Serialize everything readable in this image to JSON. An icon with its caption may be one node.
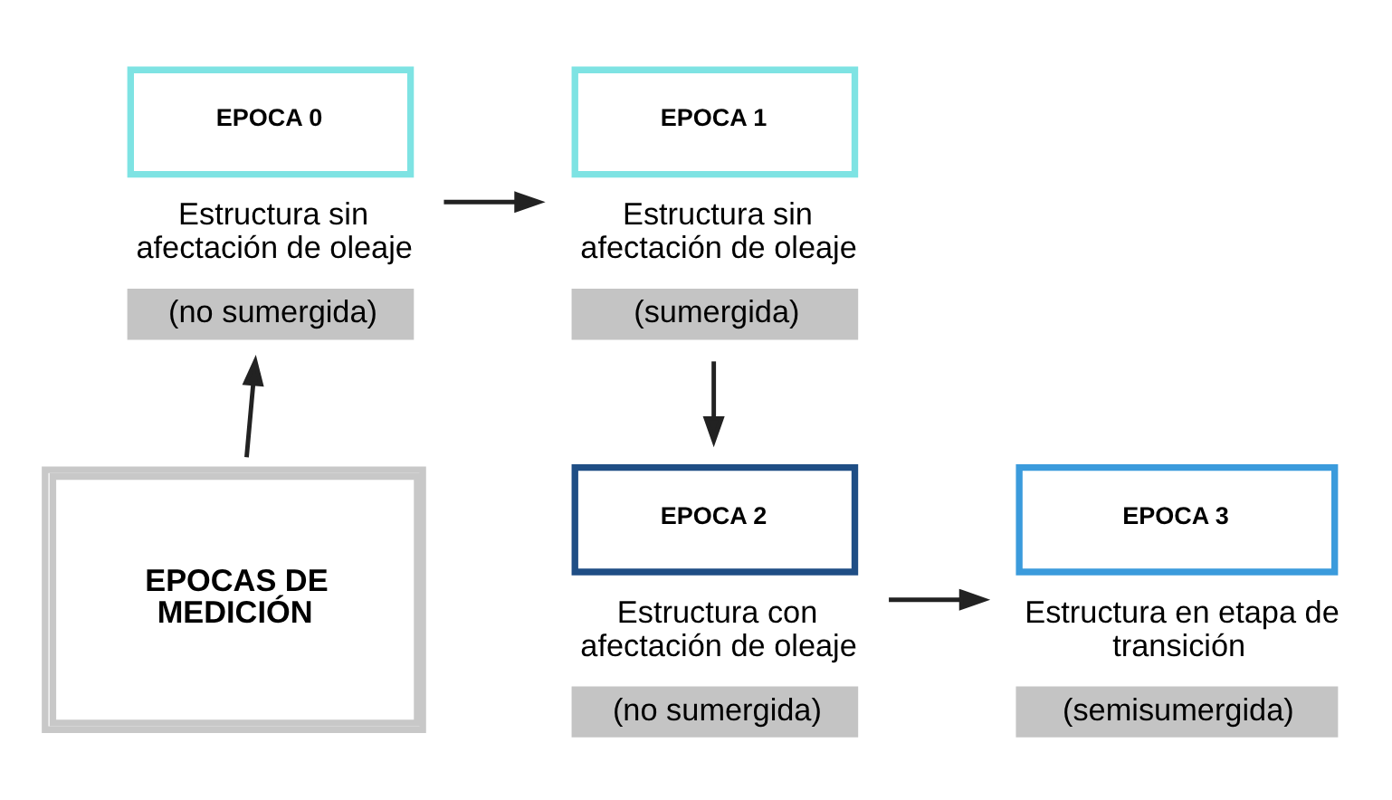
{
  "diagram": {
    "nodes": [
      {
        "text": [
          "EPOCA 0",
          "Estructura sin afectación de oleaje",
          "(no sumergida)"
        ]
      },
      {
        "text": [
          "EPOCA 1",
          "Estructura sin afectación de oleaje",
          "(sumergida)"
        ]
      },
      {
        "text": [
          "EPOCA 2",
          "Estructura con afectación de oleaje",
          "(no sumergida)"
        ]
      },
      {
        "text": [
          "EPOCA 3",
          "Estructura en etapa de transición",
          "(semisumergida)"
        ]
      },
      {
        "text": [
          "EPOCAS DE MEDICIÓN"
        ]
      }
    ],
    "edges": [
      {
        "from": 4,
        "to": 0,
        "arrow": "to"
      },
      {
        "from": 0,
        "to": 1,
        "arrow": "to"
      },
      {
        "from": 1,
        "to": 2,
        "arrow": "to"
      },
      {
        "from": 2,
        "to": 3,
        "arrow": "to"
      }
    ]
  }
}
